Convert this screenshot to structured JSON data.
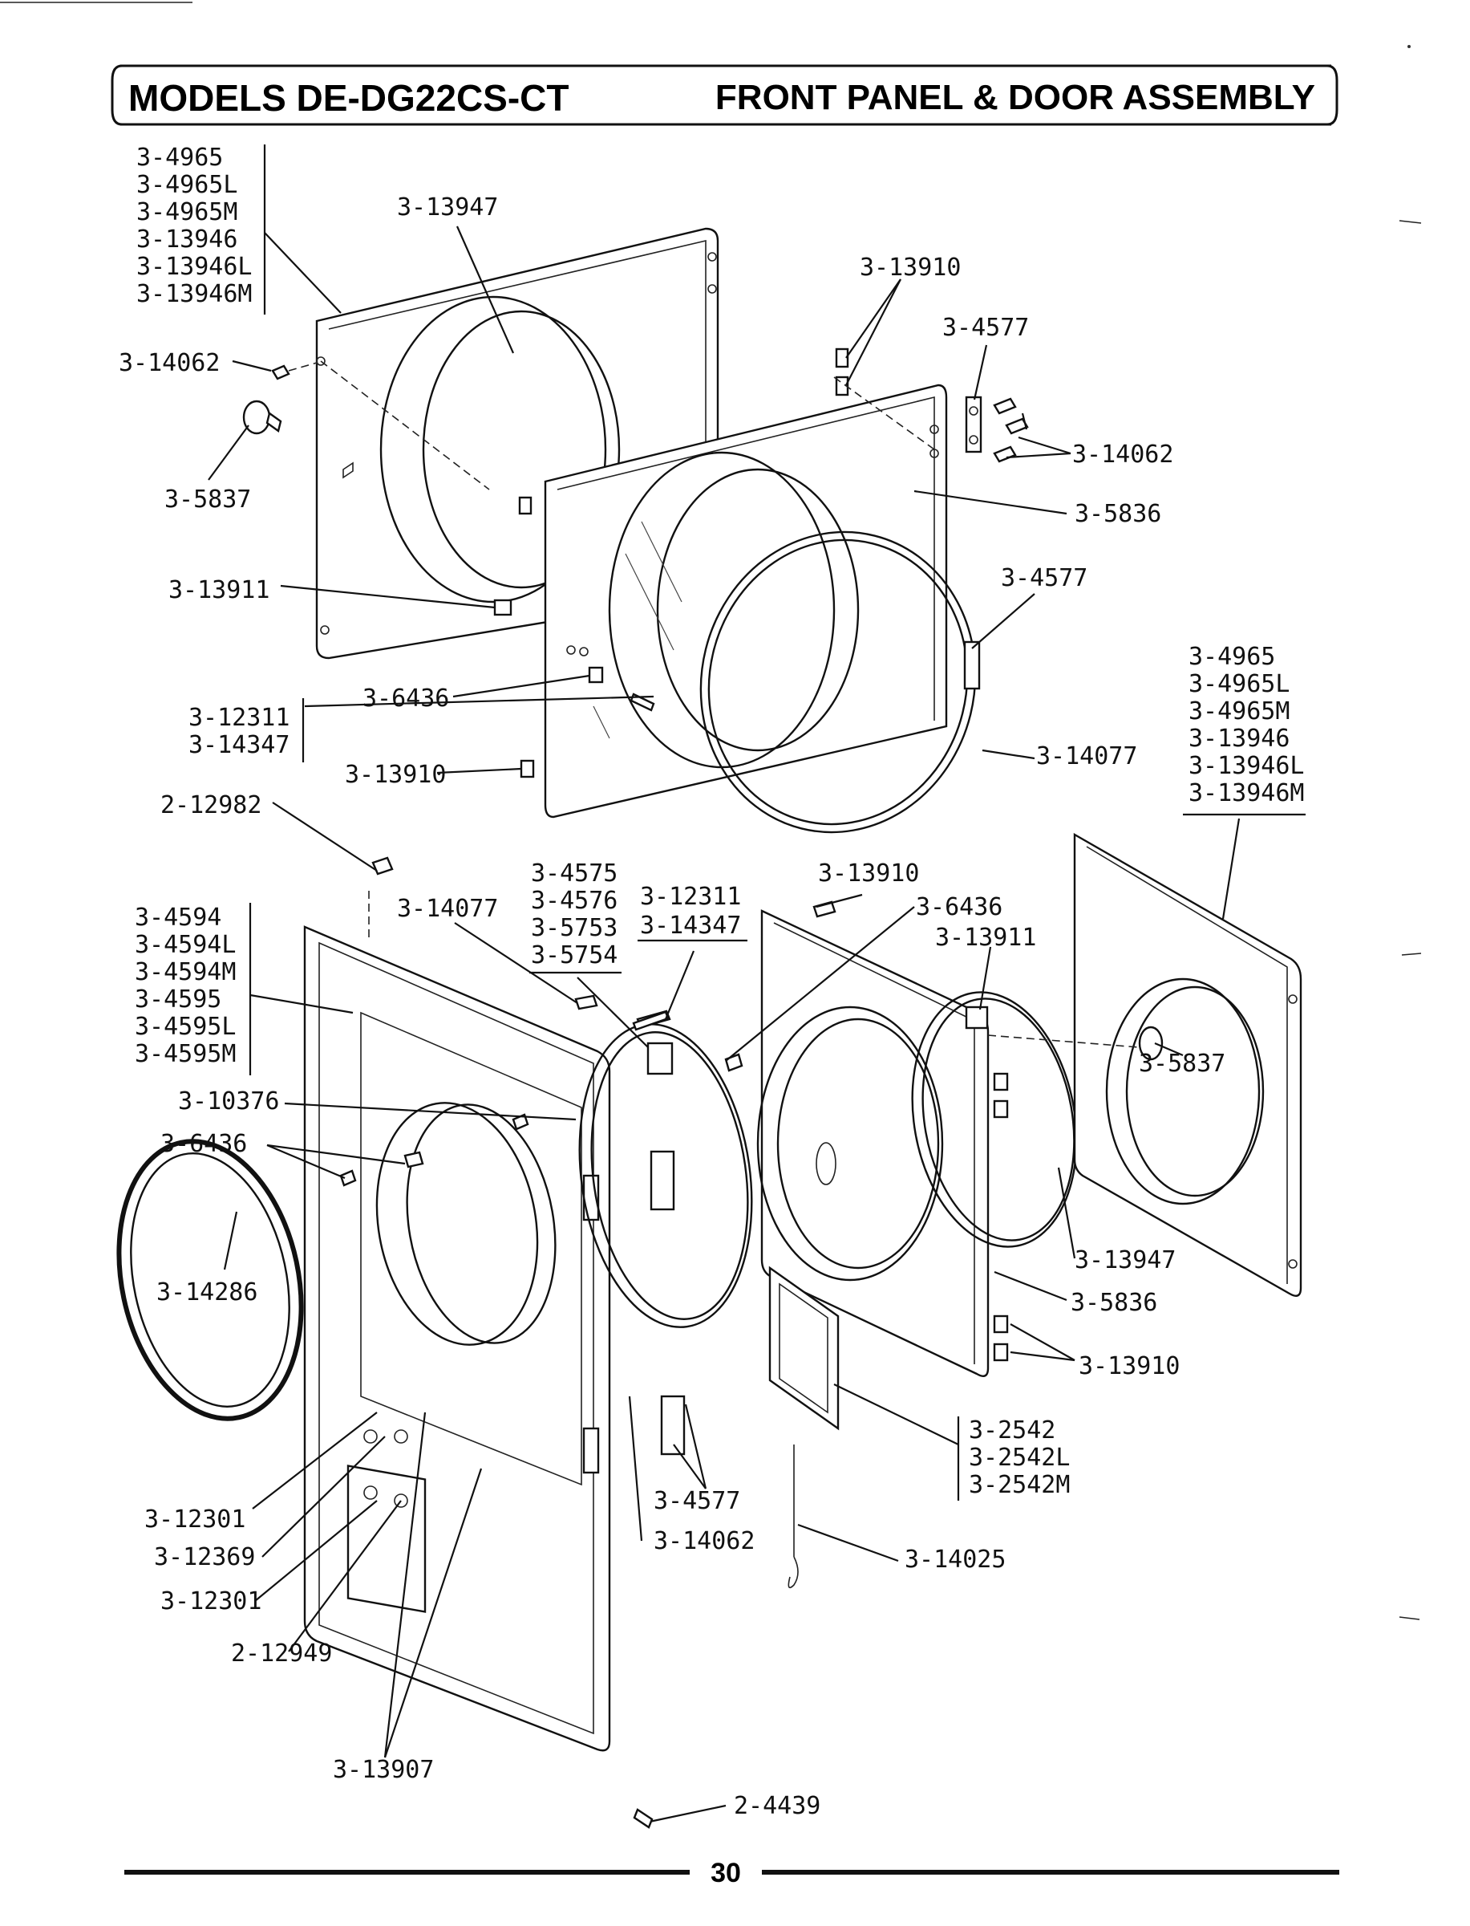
{
  "header": {
    "models": "MODELS DE-DG22CS-CT",
    "section": "FRONT PANEL & DOOR ASSEMBLY"
  },
  "page_number": "30",
  "labels": [
    {
      "id": "grp-top-left",
      "lines": [
        "3-4965",
        "3-4965L",
        "3-4965M",
        "3-13946",
        "3-13946L",
        "3-13946M"
      ]
    },
    {
      "id": "13947-top",
      "lines": [
        "3-13947"
      ]
    },
    {
      "id": "13910-top",
      "lines": [
        "3-13910"
      ]
    },
    {
      "id": "4577-top",
      "lines": [
        "3-4577"
      ]
    },
    {
      "id": "14062-left",
      "lines": [
        "3-14062"
      ]
    },
    {
      "id": "14062-right",
      "lines": [
        "3-14062"
      ]
    },
    {
      "id": "5837-left",
      "lines": [
        "3-5837"
      ]
    },
    {
      "id": "5836-top",
      "lines": [
        "3-5836"
      ]
    },
    {
      "id": "13911-left",
      "lines": [
        "3-13911"
      ]
    },
    {
      "id": "4577-mid",
      "lines": [
        "3-4577"
      ]
    },
    {
      "id": "6436-mid",
      "lines": [
        "3-6436"
      ]
    },
    {
      "id": "grp-12311",
      "lines": [
        "3-12311",
        "3-14347"
      ]
    },
    {
      "id": "13910-mid",
      "lines": [
        "3-13910"
      ]
    },
    {
      "id": "14077-mid",
      "lines": [
        "3-14077"
      ]
    },
    {
      "id": "grp-right",
      "lines": [
        "3-4965",
        "3-4965L",
        "3-4965M",
        "3-13946",
        "3-13946L",
        "3-13946M"
      ]
    },
    {
      "id": "12982",
      "lines": [
        "2-12982"
      ]
    },
    {
      "id": "grp-4594",
      "lines": [
        "3-4594",
        "3-4594L",
        "3-4594M",
        "3-4595",
        "3-4595L",
        "3-4595M"
      ]
    },
    {
      "id": "14077-low",
      "lines": [
        "3-14077"
      ]
    },
    {
      "id": "grp-4575",
      "lines": [
        "3-4575",
        "3-4576",
        "3-5753",
        "3-5754"
      ]
    },
    {
      "id": "grp-12311-b",
      "lines": [
        "3-12311",
        "3-14347"
      ]
    },
    {
      "id": "13910-low",
      "lines": [
        "3-13910"
      ]
    },
    {
      "id": "6436-low",
      "lines": [
        "3-6436"
      ]
    },
    {
      "id": "13911-low",
      "lines": [
        "3-13911"
      ]
    },
    {
      "id": "10376",
      "lines": [
        "3-10376"
      ]
    },
    {
      "id": "6436-left",
      "lines": [
        "3-6436"
      ]
    },
    {
      "id": "5837-right",
      "lines": [
        "3-5837"
      ]
    },
    {
      "id": "14286",
      "lines": [
        "3-14286"
      ]
    },
    {
      "id": "13947-low",
      "lines": [
        "3-13947"
      ]
    },
    {
      "id": "5836-low",
      "lines": [
        "3-5836"
      ]
    },
    {
      "id": "13910-right",
      "lines": [
        "3-13910"
      ]
    },
    {
      "id": "grp-2542",
      "lines": [
        "3-2542",
        "3-2542L",
        "3-2542M"
      ]
    },
    {
      "id": "4577-low",
      "lines": [
        "3-4577"
      ]
    },
    {
      "id": "14062-low",
      "lines": [
        "3-14062"
      ]
    },
    {
      "id": "14025",
      "lines": [
        "3-14025"
      ]
    },
    {
      "id": "12301-a",
      "lines": [
        "3-12301"
      ]
    },
    {
      "id": "12369",
      "lines": [
        "3-12369"
      ]
    },
    {
      "id": "12301-b",
      "lines": [
        "3-12301"
      ]
    },
    {
      "id": "12949",
      "lines": [
        "2-12949"
      ]
    },
    {
      "id": "13907",
      "lines": [
        "3-13907"
      ]
    },
    {
      "id": "4439",
      "lines": [
        "2-4439"
      ]
    }
  ]
}
